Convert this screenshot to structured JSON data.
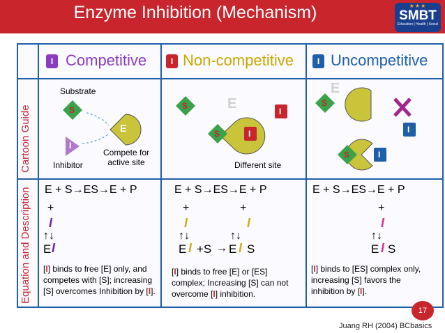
{
  "title": "Enzyme Inhibition (Mechanism)",
  "logo": {
    "name": "SMBT",
    "tagline": "Education | Health | Social"
  },
  "side_labels": {
    "cartoon": "Cartoon Guide",
    "equation": "Equation and Description"
  },
  "columns": [
    {
      "heading": "Competitive",
      "chip": "I",
      "color": "#8a3dbf"
    },
    {
      "heading": "Non-competitive",
      "chip": "I",
      "color": "#c8252c"
    },
    {
      "heading": "Uncompetitive",
      "chip": "I",
      "color": "#1f5faa"
    }
  ],
  "cartoon": {
    "substrate_label": "Substrate",
    "inhibitor_label": "Inhibitor",
    "compete_label": "Compete for\nactive site",
    "different_site_label": "Different site",
    "s": "S",
    "e": "E",
    "i": "I"
  },
  "equations": {
    "competitive": "E + S→ES→E + P",
    "noncompetitive": "E + S→ES→E + P",
    "uncompetitive": "E + S→ES→E + P",
    "plus": "+",
    "inhibitor": "I",
    "ei": "E",
    "ei_i": "I",
    "eis_e": "E",
    "eis_i": "I",
    "eis_plus": "+S",
    "eis_tail": "S"
  },
  "descriptions": {
    "competitive": {
      "pre": "[",
      "mark": "I",
      "post": "] binds to free [E] only, and competes with [S]; increasing [S] overcomes Inhibition by [",
      "mark2": "I",
      "end": "]."
    },
    "noncompetitive": {
      "pre": "[",
      "mark": "I",
      "post": "] binds to free [E] or [ES] complex; Increasing [S] can not overcome [",
      "mark2": "I",
      "end": "] inhibition."
    },
    "uncompetitive": {
      "pre": "[",
      "mark": "I",
      "post": "] binds to [ES] complex only, increasing [S] favors the inhibition by [",
      "mark2": "I",
      "end": "]."
    }
  },
  "page_number": "17",
  "credit": "Juang RH (2004) BCbasics"
}
